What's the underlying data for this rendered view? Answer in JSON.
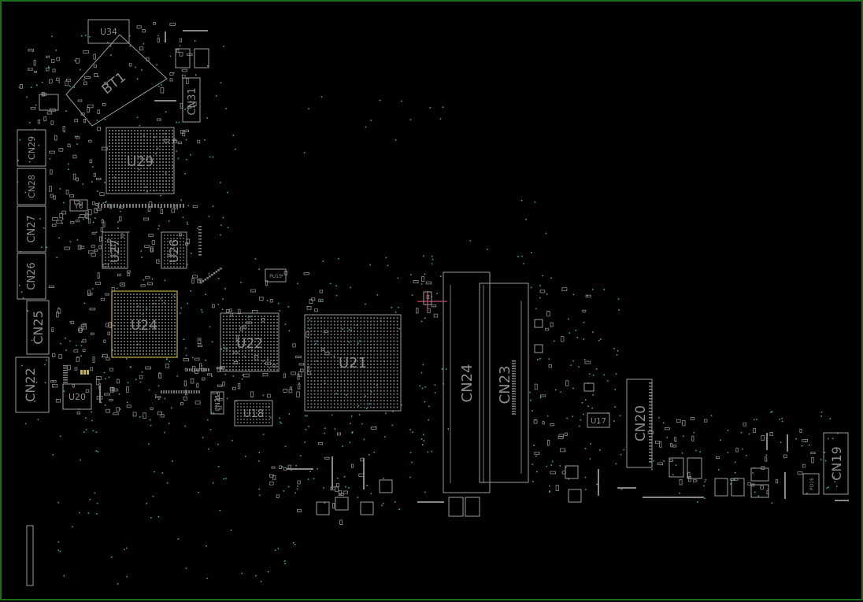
{
  "colors": {
    "background": "#000000",
    "frame": "#1b6e1b",
    "outline": "#9a9a9a",
    "label": "#8a8a8a",
    "via": "#2fa5a5",
    "highlight": "#c8b04a",
    "marker": "#c0506a"
  },
  "labels": {
    "u34": "U34",
    "bt1": "BT1",
    "cn31": "CN31",
    "u29": "U29",
    "cn29": "CN29",
    "cn28": "CN28",
    "cn27": "CN27",
    "cn26": "CN26",
    "cn25": "CN25",
    "cn22": "CN22",
    "y6": "Y6",
    "u27": "U27",
    "u26": "U26",
    "u24": "U24",
    "u22": "U22",
    "u21": "U21",
    "u20": "U20",
    "cn21": "CN21",
    "u18": "U18",
    "cn24": "CN24",
    "cn23": "CN23",
    "u17": "U17",
    "cn20": "CN20",
    "cn19": "CN19",
    "pd16": "PD16",
    "pu15": "PU15"
  }
}
